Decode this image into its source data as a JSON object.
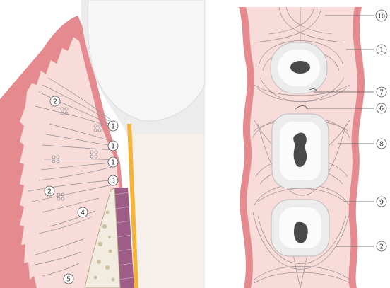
{
  "left_panel": {
    "labels": [
      "1",
      "1",
      "1",
      "2",
      "2",
      "3",
      "4",
      "5"
    ]
  },
  "right_panel": {
    "labels": [
      "10",
      "1",
      "7",
      "6",
      "8",
      "9",
      "2"
    ]
  },
  "colors": {
    "gingiva": "#e58b8f",
    "gingiva_light": "#f4c8c6",
    "connective": "#f8dcd9",
    "fibers": "#8f8f97",
    "enamel": "#f1f1f1",
    "tooth_crown": "#e9e9e9",
    "root": "#f6f0ec",
    "cementum": "#f4b33b",
    "ligament": "#9d5d86",
    "bone": "#f2ece0"
  }
}
